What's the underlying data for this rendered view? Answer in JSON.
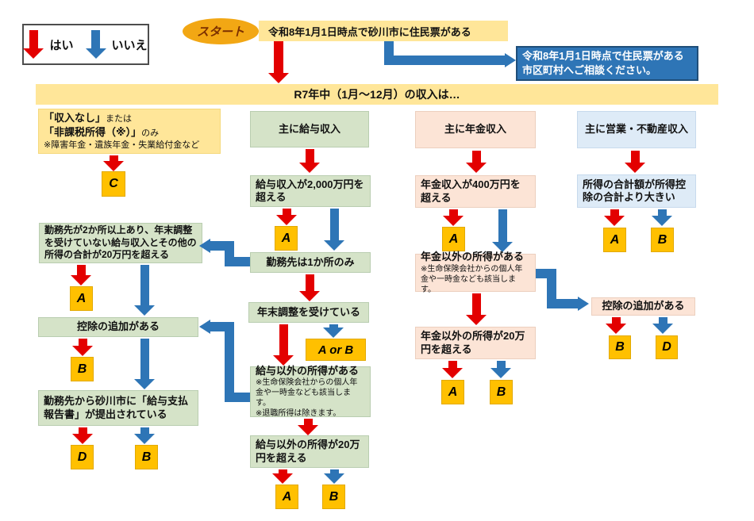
{
  "legend": {
    "yes_label": "はい",
    "no_label": "いいえ"
  },
  "start": {
    "label": "スタート",
    "question": "令和8年1月1日時点で砂川市に住民票がある",
    "no_result": "令和8年1月1日時点で住民票がある市区町村へご相談ください。"
  },
  "main_banner": "R7年中（1月～12月）の収入は…",
  "columns": {
    "none": {
      "title_line1_strong": "「収入なし」",
      "title_line1_rest": "または",
      "title_line2_strong": "「非課税所得（※）」",
      "title_line2_rest": "のみ",
      "title_note": "※障害年金・遺族年金・失業給付金など"
    },
    "salary": {
      "title": "主に給与収入",
      "q_over2000": "給与収入が2,000万円を超える",
      "q_one_workplace": "勤務先は1か所のみ",
      "q_year_end_adj": "年末調整を受けている",
      "q_other_income": "給与以外の所得がある",
      "q_other_income_note1": "※生命保険会社からの個人年金や一時金なども該当します。",
      "q_other_income_note2": "※退職所得は除きます。",
      "q_other_over20": "給与以外の所得が20万円を超える"
    },
    "pension": {
      "title": "主に年金収入",
      "q_over400": "年金収入が400万円を超える",
      "q_other_income": "年金以外の所得がある",
      "q_other_income_note": "※生命保険会社からの個人年金や一時金なども該当します。",
      "q_other_over20": "年金以外の所得が20万円を超える"
    },
    "business": {
      "title": "主に営業・不動産収入",
      "q_income_exceeds": "所得の合計額が所得控除の合計より大きい"
    }
  },
  "left_branch": {
    "q_multi_workplace": "勤務先が2か所以上あり、年末調整を受けていない給与収入とその他の所得の合計が20万円を超える",
    "q_add_deduction": "控除の追加がある",
    "q_report_submitted": "勤務先から砂川市に「給与支払報告書」が提出されている"
  },
  "right_branch": {
    "q_add_deduction": "控除の追加がある"
  },
  "letters": {
    "a": "A",
    "b": "B",
    "c": "C",
    "d": "D",
    "a_or_b": "A or B"
  },
  "colors": {
    "yes_arrow": "#E30000",
    "no_arrow": "#2E75B6",
    "result_box": "#FFC000",
    "banner_yellow": "#FFE699",
    "salary_green": "#D5E3C8",
    "pension_peach": "#FCE4D6",
    "business_blue": "#DEEBF7",
    "info_blue": "#2E75B6"
  }
}
